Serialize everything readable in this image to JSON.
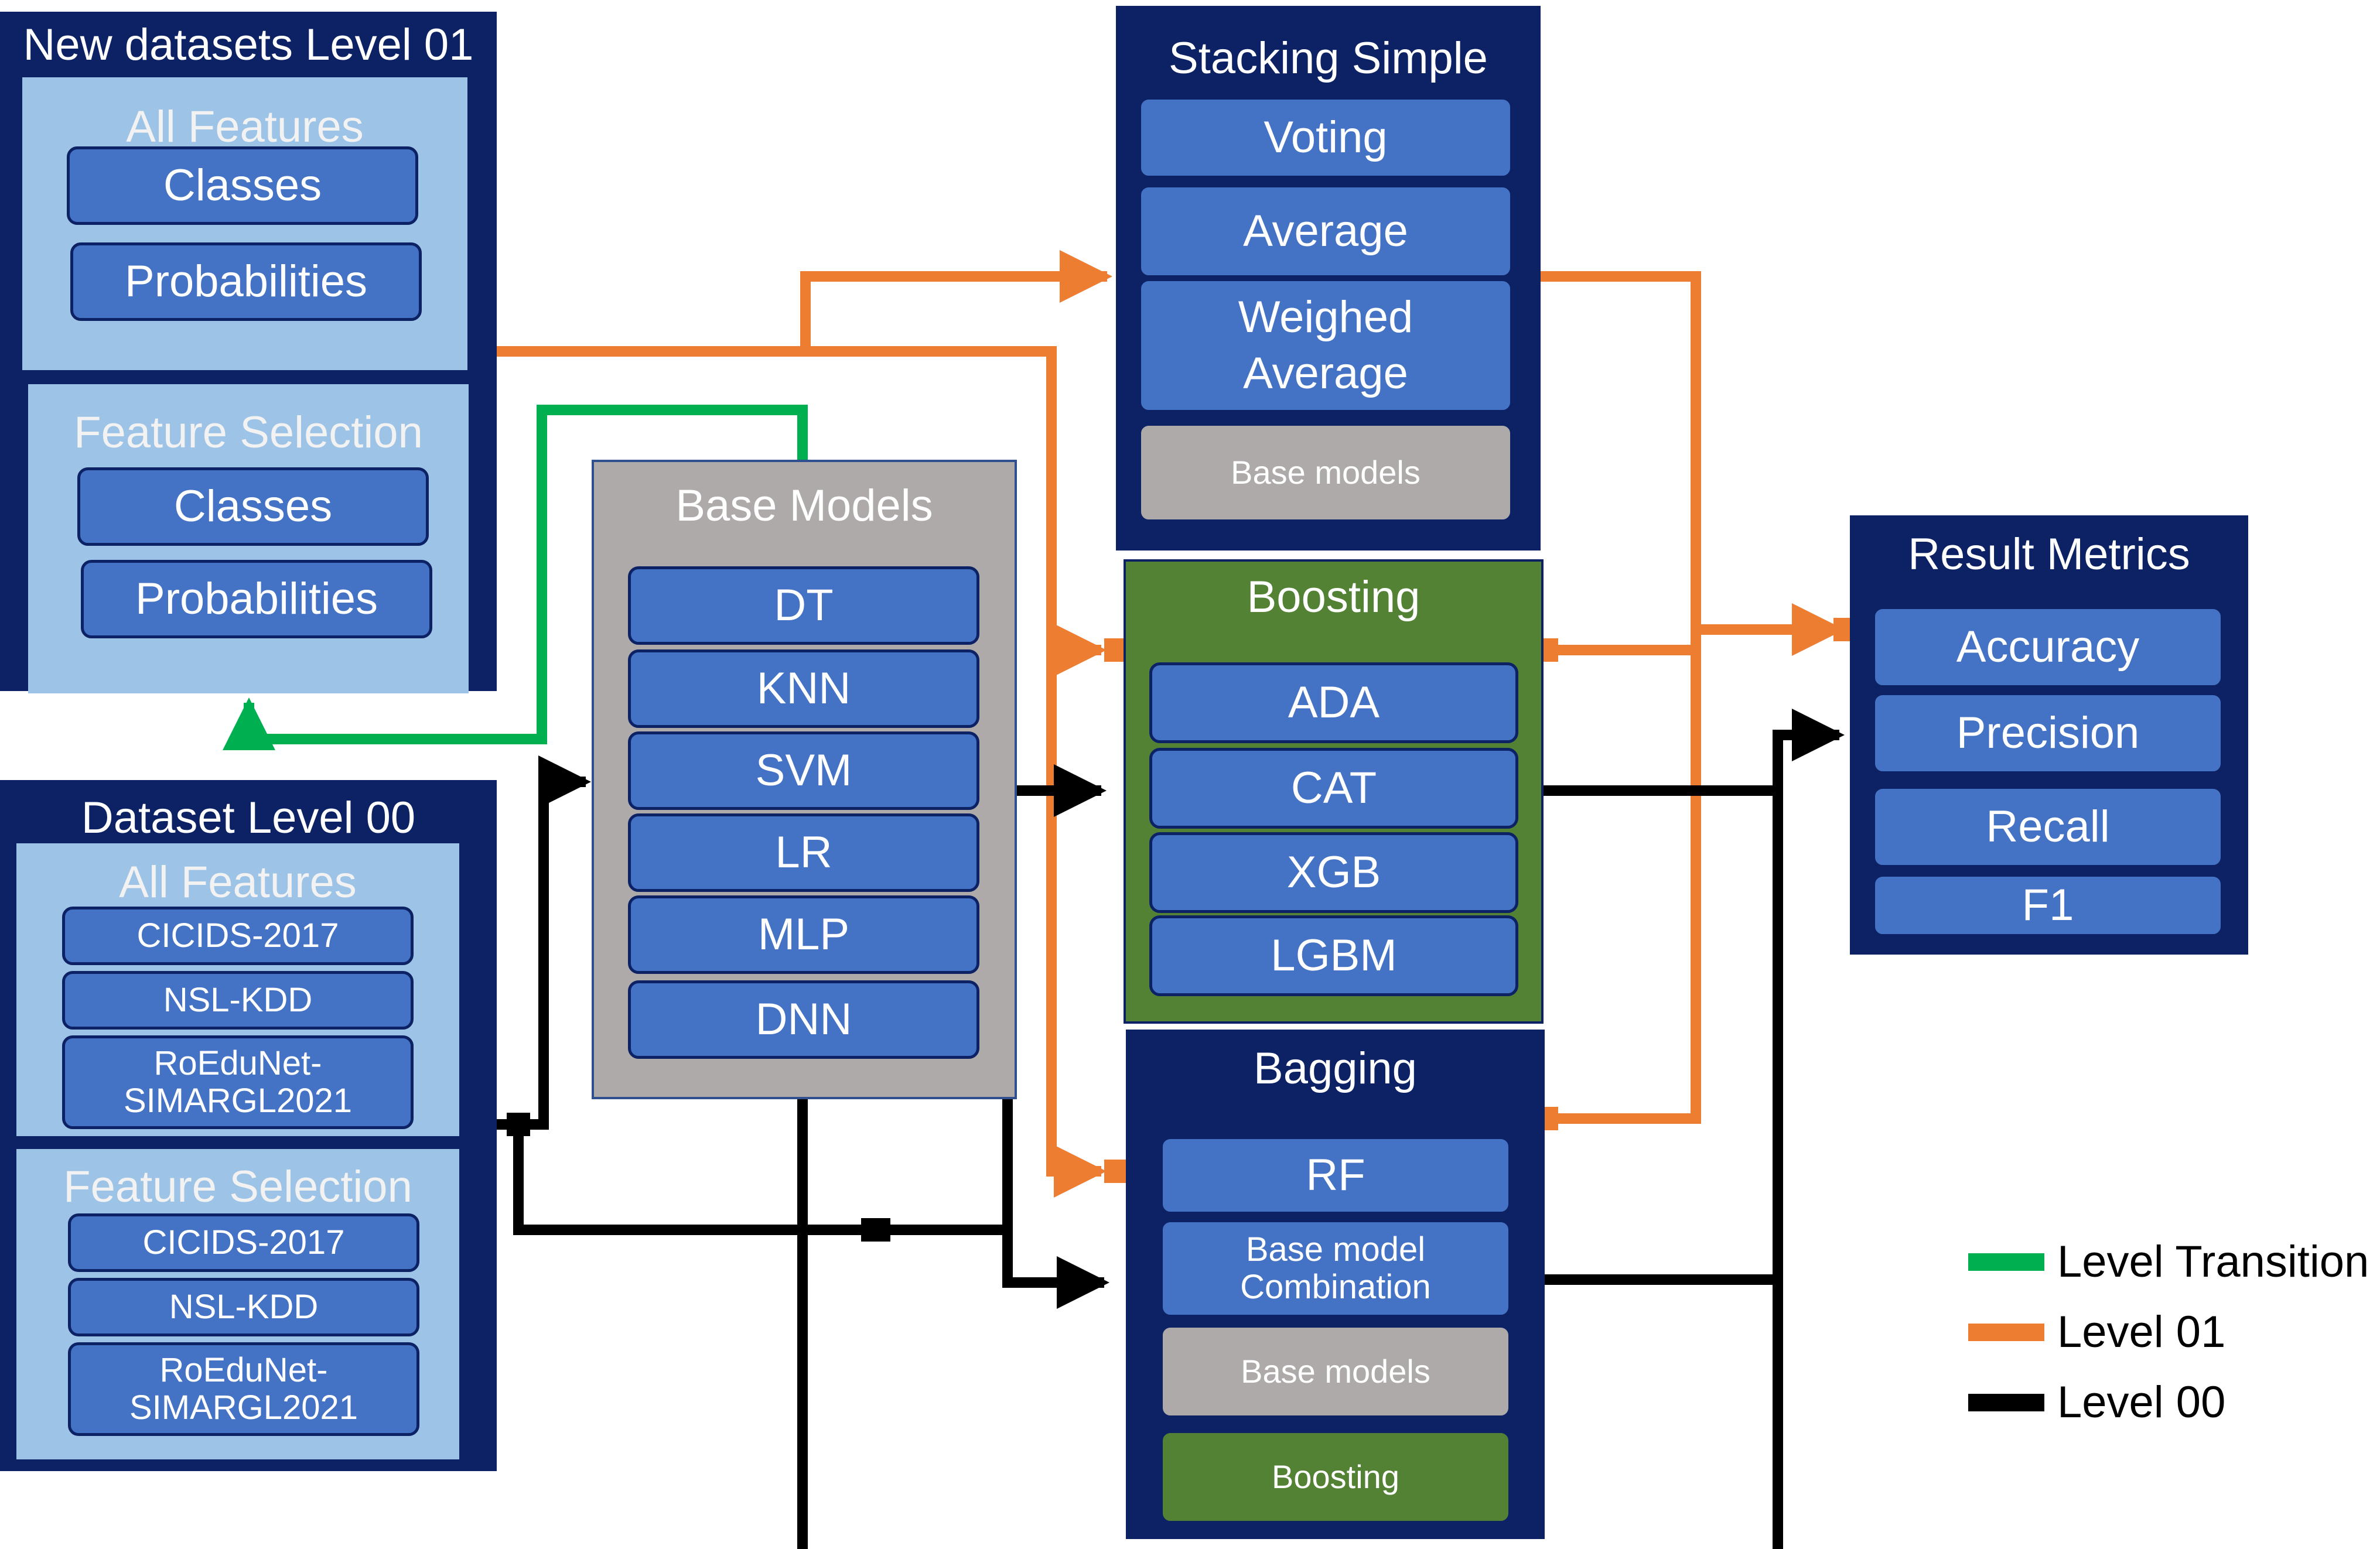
{
  "colors": {
    "navy": "#0d2264",
    "box_blue": "#4472c4",
    "light_blue": "#9dc3e6",
    "grey": "#aeaaaa",
    "green_panel": "#548235",
    "level_transition": "#00b050",
    "level_01": "#ed7d31",
    "level_00": "#000000"
  },
  "new_datasets": {
    "title": "New datasets Level 01",
    "all_features": {
      "title": "All Features",
      "items": [
        "Classes",
        "Probabilities"
      ]
    },
    "feature_selection": {
      "title": "Feature Selection",
      "items": [
        "Classes",
        "Probabilities"
      ]
    }
  },
  "dataset_level00": {
    "title": "Dataset Level 00",
    "all_features": {
      "title": "All Features",
      "items": [
        "CICIDS-2017",
        "NSL-KDD",
        "RoEduNet-\nSIMARGL2021"
      ]
    },
    "feature_selection": {
      "title": "Feature Selection",
      "items": [
        "CICIDS-2017",
        "NSL-KDD",
        "RoEduNet-\nSIMARGL2021"
      ]
    }
  },
  "base_models": {
    "title": "Base Models",
    "items": [
      "DT",
      "KNN",
      "SVM",
      "LR",
      "MLP",
      "DNN"
    ]
  },
  "stacking": {
    "title": "Stacking Simple",
    "items": [
      "Voting",
      "Average",
      "Weighed\nAverage"
    ],
    "grey_item": "Base models"
  },
  "boosting": {
    "title": "Boosting",
    "items": [
      "ADA",
      "CAT",
      "XGB",
      "LGBM"
    ]
  },
  "bagging": {
    "title": "Bagging",
    "items": [
      "RF",
      "Base model\nCombination"
    ],
    "grey_item": "Base models",
    "green_item": "Boosting"
  },
  "result_metrics": {
    "title": "Result Metrics",
    "items": [
      "Accuracy",
      "Precision",
      "Recall",
      "F1"
    ]
  },
  "legend": [
    {
      "label": "Level Transition",
      "color": "#00b050"
    },
    {
      "label": "Level 01",
      "color": "#ed7d31"
    },
    {
      "label": "Level 00",
      "color": "#000000"
    }
  ]
}
